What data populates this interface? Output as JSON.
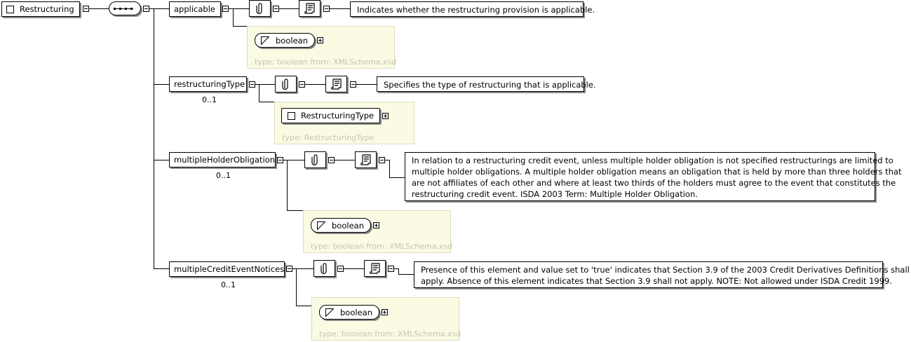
{
  "root": {
    "label": "Restructuring"
  },
  "elements": [
    {
      "name": "applicable",
      "occurrence": "",
      "documentation": [
        "Indicates whether the restructuring provision is applicable."
      ],
      "type_name": "boolean",
      "type_kind": "simple",
      "type_label": "type: boolean from: XMLSchema.xsd"
    },
    {
      "name": "restructuringType",
      "occurrence": "0..1",
      "documentation": [
        "Specifies the type of restructuring that is applicable."
      ],
      "type_name": "RestructuringType",
      "type_kind": "complex",
      "type_label": "type: RestructuringType"
    },
    {
      "name": "multipleHolderObligation",
      "occurrence": "0..1",
      "documentation": [
        "In relation to a restructuring credit event, unless multiple holder obligation is not specified restructurings are limited to",
        "multiple holder obligations. A multiple holder obligation means an obligation that is held by more than three holders that",
        "are not affiliates of each other and where at least two thirds of the holders must agree to the event that constitutes the",
        "restructuring credit event. ISDA 2003 Term: Multiple Holder Obligation."
      ],
      "type_name": "boolean",
      "type_kind": "simple",
      "type_label": "type: boolean from: XMLSchema.xsd"
    },
    {
      "name": "multipleCreditEventNotices",
      "occurrence": "0..1",
      "documentation": [
        "Presence of this element and value set to 'true' indicates that Section 3.9 of the 2003 Credit Derivatives Definitions shall",
        "apply. Absence of this element indicates that Section 3.9 shall not apply. NOTE: Not allowed under ISDA Credit 1999."
      ],
      "type_name": "boolean",
      "type_kind": "simple",
      "type_label": "type: boolean from: XMLSchema.xsd"
    }
  ]
}
